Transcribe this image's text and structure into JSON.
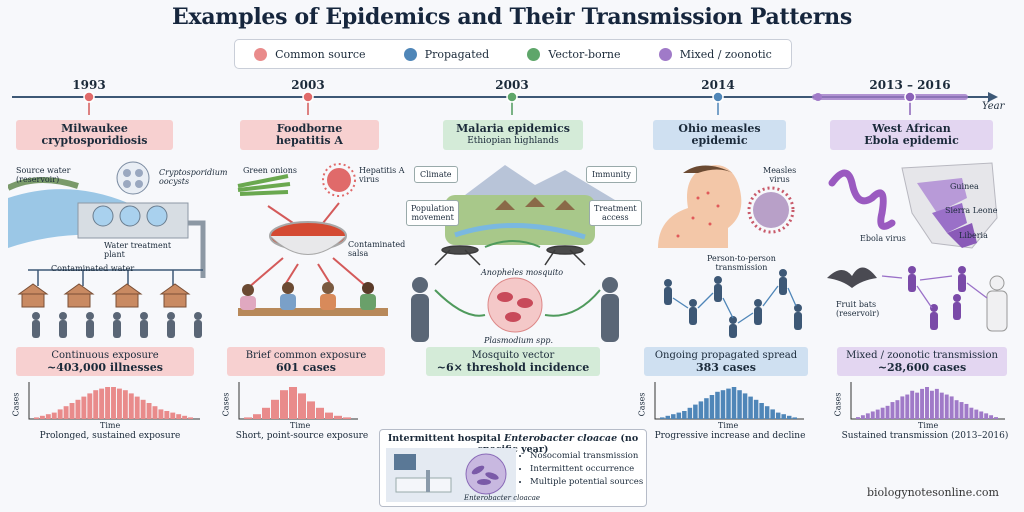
{
  "title": "Examples of Epidemics and Their Transmission Patterns",
  "legend": [
    {
      "label": "Common source",
      "color": "#e98b8b"
    },
    {
      "label": "Propagated",
      "color": "#4f86b8"
    },
    {
      "label": "Vector-borne",
      "color": "#5ea66a"
    },
    {
      "label": "Mixed / zoonotic",
      "color": "#a07ac8"
    }
  ],
  "timeline": {
    "axis_label": "Year"
  },
  "epidemics": [
    {
      "year": "1993",
      "name_line1": "Milwaukee",
      "name_line2": "cryptosporidiosis",
      "color": "#e98b8b",
      "box_color": "#f7d0d0",
      "stat_line1": "Continuous exposure",
      "stat_line2": "~403,000 illnesses",
      "caption": "Prolonged, sustained exposure",
      "labels": {
        "source_water": "Source water",
        "reservoir": "(reservoir)",
        "crypto": "Cryptosporidium",
        "oocysts": "oocysts",
        "treatment": "Water treatment",
        "plant": "plant",
        "contaminated_water": "Contaminated water"
      },
      "curve": [
        1,
        2,
        3,
        4,
        6,
        8,
        10,
        12,
        14,
        16,
        18,
        19,
        20,
        20,
        19,
        18,
        16,
        14,
        12,
        10,
        8,
        6,
        5,
        4,
        3,
        2,
        1
      ]
    },
    {
      "year": "2003",
      "name_line1": "Foodborne",
      "name_line2": "hepatitis A",
      "color": "#e98b8b",
      "box_color": "#f7d0d0",
      "stat_line1": "Brief common exposure",
      "stat_line2": "601 cases",
      "caption": "Short, point-source exposure",
      "labels": {
        "green_onions": "Green onions",
        "hepa_line1": "Hepatitis A",
        "hepa_line2": "virus",
        "salsa_line1": "Contaminated",
        "salsa_line2": "salsa"
      },
      "curve": [
        1,
        3,
        7,
        12,
        18,
        20,
        16,
        11,
        7,
        4,
        2,
        1
      ]
    },
    {
      "year": "2003",
      "name_line1": "Malaria epidemics",
      "name_line2": "Ethiopian highlands",
      "color": "#5ea66a",
      "box_color": "#d4ebd8",
      "stat_line1": "Mosquito vector",
      "stat_line2": "~6× threshold incidence",
      "labels": {
        "climate": "Climate",
        "immunity": "Immunity",
        "pop_line1": "Population",
        "pop_line2": "movement",
        "treat_line1": "Treatment",
        "treat_line2": "access",
        "anopheles": "Anopheles mosquito",
        "plasmodium": "Plasmodium spp."
      }
    },
    {
      "year": "2014",
      "name_line1": "Ohio measles",
      "name_line2": "epidemic",
      "color": "#4f86b8",
      "box_color": "#cfe0f1",
      "stat_line1": "Ongoing propagated spread",
      "stat_line2": "383 cases",
      "caption": "Progressive increase and decline",
      "labels": {
        "measles_line1": "Measles",
        "measles_line2": "virus",
        "p2p_line1": "Person-to-person",
        "p2p_line2": "transmission"
      },
      "curve": [
        1,
        2,
        3,
        4,
        5,
        7,
        9,
        11,
        13,
        15,
        17,
        18,
        19,
        20,
        18,
        16,
        14,
        12,
        10,
        8,
        6,
        4,
        3,
        2,
        1
      ]
    },
    {
      "year": "2013 – 2016",
      "name_line1": "West African",
      "name_line2": "Ebola epidemic",
      "color": "#a07ac8",
      "box_color": "#e3d6f1",
      "stat_line1": "Mixed / zoonotic transmission",
      "stat_line2": "~28,600 cases",
      "caption": "Sustained transmission (2013–2016)",
      "labels": {
        "guinea": "Guinea",
        "sierra": "Sierra Leone",
        "liberia": "Liberia",
        "ebola_virus": "Ebola virus",
        "bats_line1": "Fruit bats",
        "bats_line2": "(reservoir)"
      },
      "curve": [
        1,
        2,
        3,
        4,
        5,
        6,
        7,
        9,
        10,
        12,
        13,
        15,
        14,
        16,
        17,
        15,
        16,
        14,
        13,
        12,
        10,
        9,
        8,
        6,
        5,
        4,
        3,
        2,
        1
      ]
    }
  ],
  "axes": {
    "y": "Cases",
    "x": "Time"
  },
  "hospital": {
    "title_pre": "Intermittent hospital ",
    "title_em": "Enterobacter cloacae",
    "title_post": " (no specific year)",
    "bullets": [
      "Nosocomial transmission",
      "Intermittent occurrence",
      "Multiple potential sources"
    ],
    "img_label": "Enterobacter cloacae"
  },
  "footer": "biologynotesonline.com"
}
